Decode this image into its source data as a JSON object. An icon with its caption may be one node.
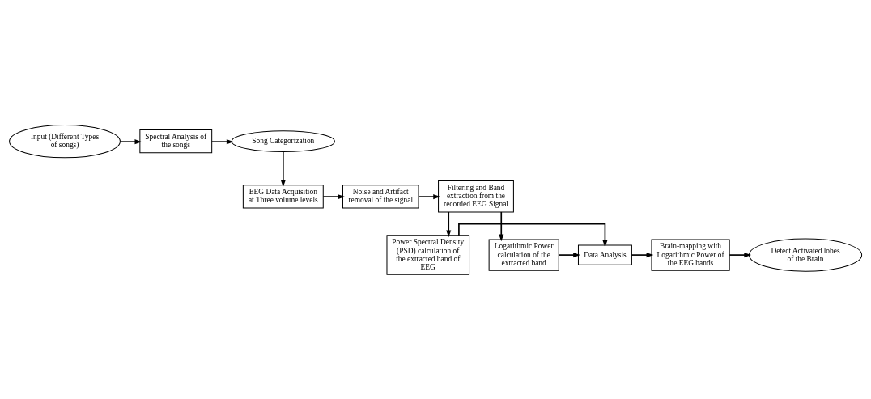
{
  "diagram": {
    "nodes": [
      {
        "text": [
          "Input (Different Types of songs)"
        ]
      },
      {
        "text": [
          "Spectral Analysis of the songs"
        ]
      },
      {
        "text": [
          "Song Categorization"
        ]
      },
      {
        "text": [
          "EEG Data Acquisition at Three volume levels"
        ]
      },
      {
        "text": [
          "Noise and Artifact removal of the signal"
        ]
      },
      {
        "text": [
          "Filtering and Band extraction from the recorded EEG Signal"
        ]
      },
      {
        "text": [
          "Power Spectral Density (PSD) calculation of the extracted band of EEG"
        ]
      },
      {
        "text": [
          "Logarithmic Power calculation of the extracted band"
        ]
      },
      {
        "text": [
          "Data Analysis"
        ]
      },
      {
        "text": [
          "Brain-mapping with Logarithmic Power of the EEG bands"
        ]
      },
      {
        "text": [
          "Detect Activated lobes of the Brain"
        ]
      }
    ],
    "edges": [
      {
        "from": 0,
        "to": 1,
        "arrow": "to"
      },
      {
        "from": 1,
        "to": 2,
        "arrow": "to"
      },
      {
        "from": 2,
        "to": 3,
        "arrow": "to"
      },
      {
        "from": 3,
        "to": 4,
        "arrow": "to"
      },
      {
        "from": 4,
        "to": 5,
        "arrow": "to"
      },
      {
        "from": 5,
        "to": 6,
        "arrow": "to"
      },
      {
        "from": 5,
        "to": 7,
        "arrow": "to"
      },
      {
        "from": 6,
        "to": 8,
        "arrow": "to"
      },
      {
        "from": 7,
        "to": 8,
        "arrow": "to"
      },
      {
        "from": 8,
        "to": 9,
        "arrow": "to"
      },
      {
        "from": 9,
        "to": 10,
        "arrow": "to"
      }
    ]
  }
}
